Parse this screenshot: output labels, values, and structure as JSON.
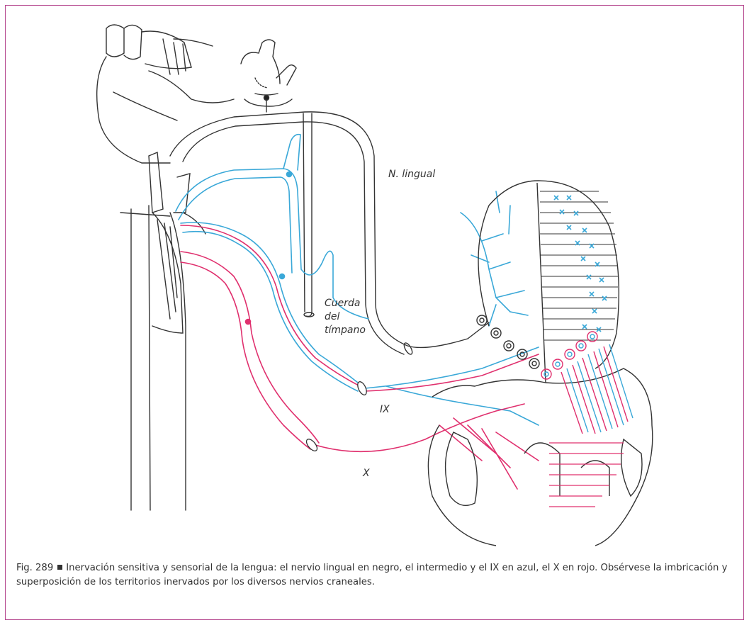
{
  "figure": {
    "labels": {
      "lingual": "N. lingual",
      "cuerda_1": "Cuerda",
      "cuerda_2": "del",
      "cuerda_3": "tímpano",
      "ix": "IX",
      "x": "X"
    },
    "colors": {
      "frame": "#b5488f",
      "ink": "#333333",
      "blue": "#3aa8d8",
      "red": "#e0306e"
    }
  },
  "caption": {
    "figure_number": "Fig. 289",
    "text": "Inervación sensitiva y sensorial de la lengua: el nervio lingual en negro, el intermedio y el IX en azul, el X en rojo. Obsérvese la imbricación y superposición de los territorios inervados por los diversos nervios craneales."
  }
}
